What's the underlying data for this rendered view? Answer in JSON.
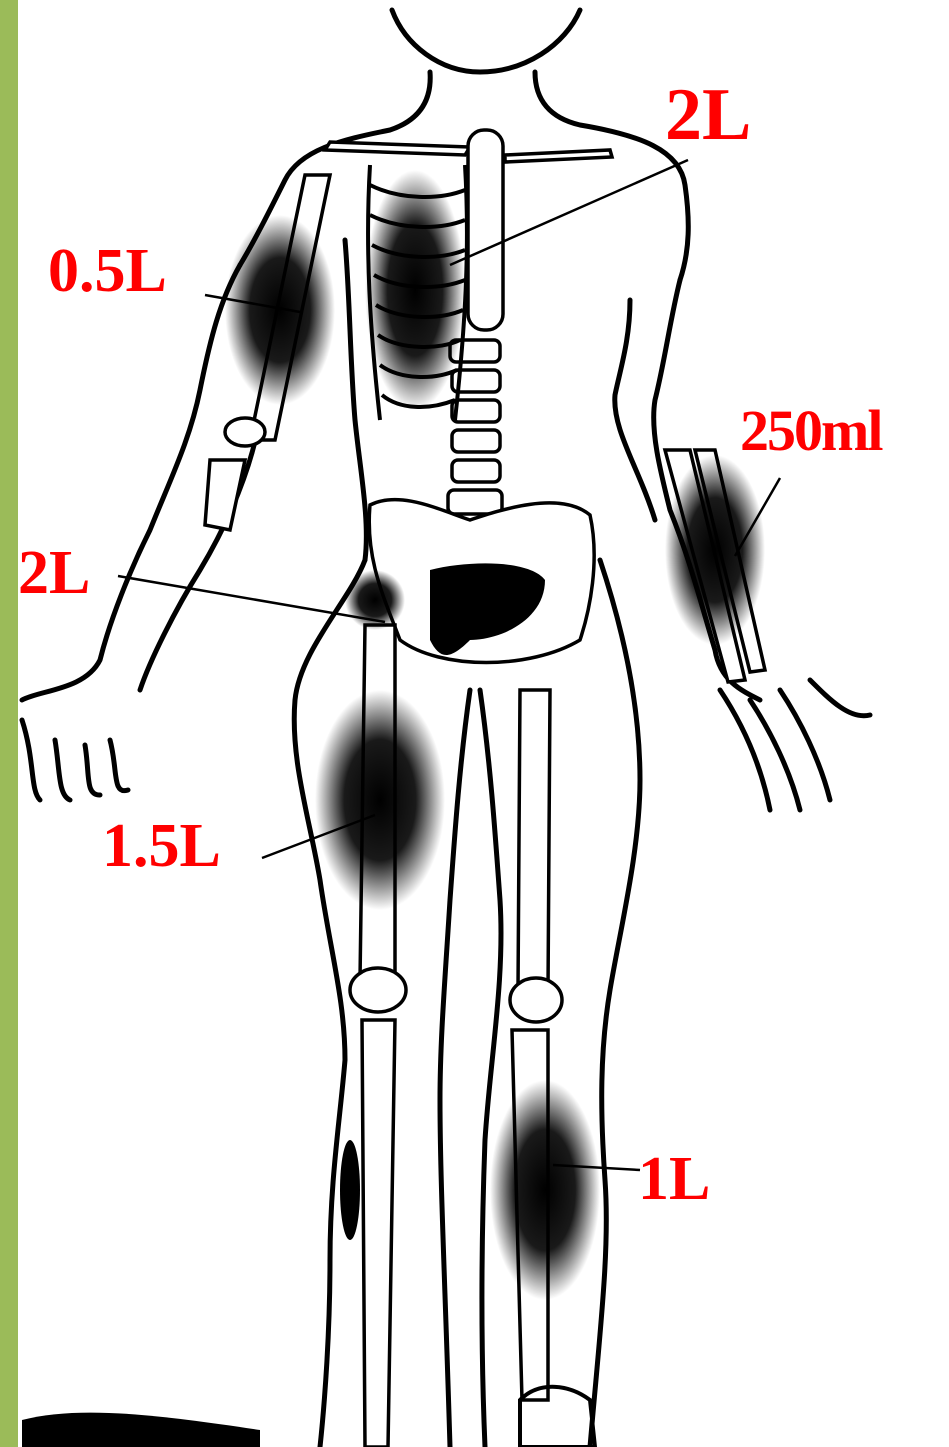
{
  "colors": {
    "sidebar_accent": "#9bbb59",
    "label_color": "#ff0000",
    "line_color": "#000000",
    "background": "#ffffff"
  },
  "labels": {
    "chest": "2L",
    "upper_arm": "0.5L",
    "forearm": "250ml",
    "pelvis": "2L",
    "thigh": "1.5L",
    "lower_leg": "1L"
  }
}
